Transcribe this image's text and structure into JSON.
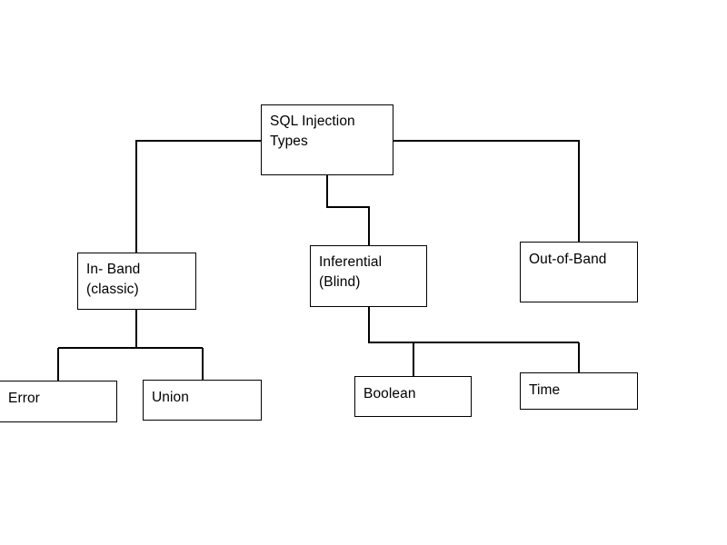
{
  "diagram": {
    "title": "SQL Injection Types",
    "type": "tree-hierarchy",
    "background_color": "#ffffff",
    "line_color": "#000000",
    "text_color": "#000000",
    "nodes": [
      {
        "id": "root",
        "label": "SQL Injection\nTypes"
      },
      {
        "id": "inband",
        "label": "In- Band\n(classic)"
      },
      {
        "id": "inferential",
        "label": "Inferential\n(Blind)"
      },
      {
        "id": "outofband",
        "label": "Out-of-Band"
      },
      {
        "id": "error",
        "label": "Error"
      },
      {
        "id": "union",
        "label": "Union"
      },
      {
        "id": "boolean",
        "label": "Boolean"
      },
      {
        "id": "time",
        "label": "Time"
      }
    ],
    "edges": [
      {
        "from": "root",
        "to": "inband"
      },
      {
        "from": "root",
        "to": "inferential"
      },
      {
        "from": "root",
        "to": "outofband"
      },
      {
        "from": "inband",
        "to": "error"
      },
      {
        "from": "inband",
        "to": "union"
      },
      {
        "from": "inferential",
        "to": "boolean"
      },
      {
        "from": "inferential",
        "to": "time"
      }
    ]
  }
}
